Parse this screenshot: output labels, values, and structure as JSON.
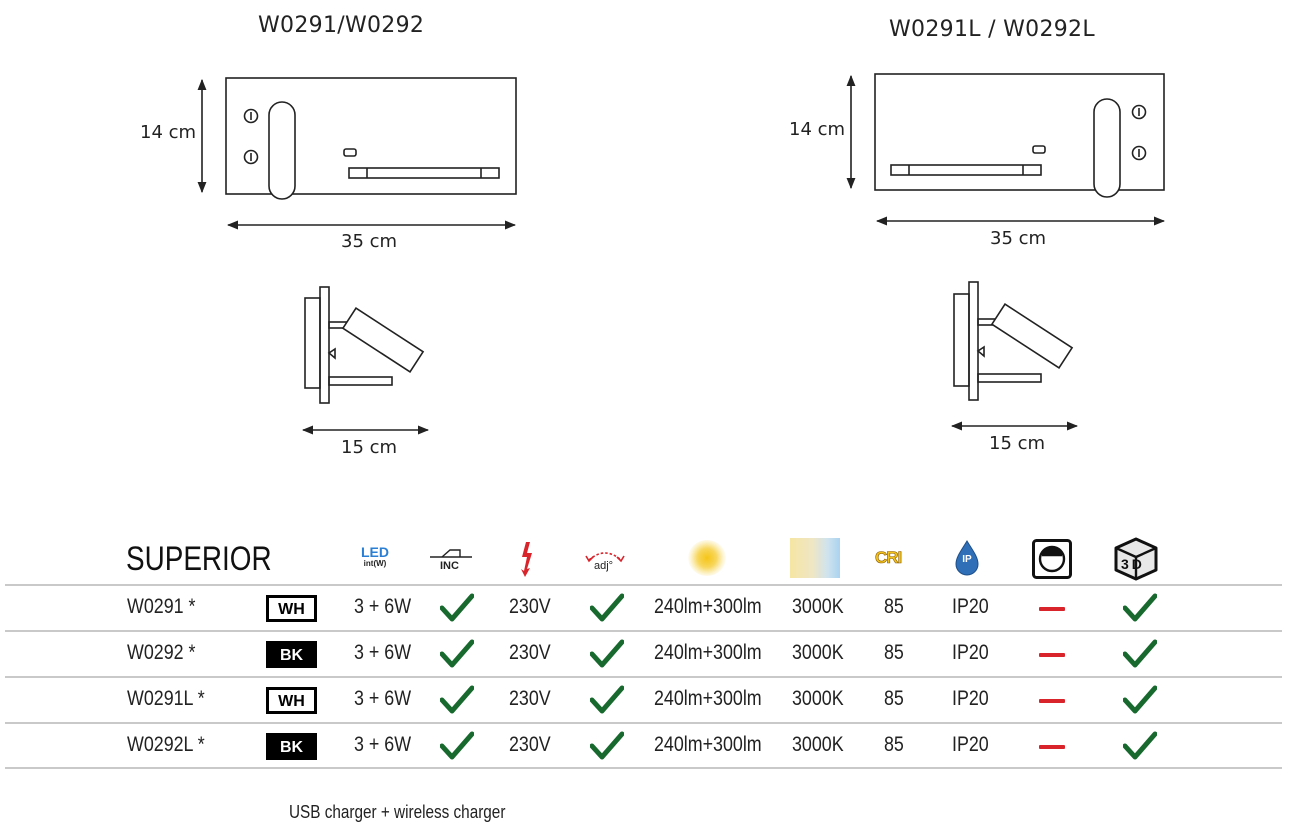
{
  "drawings": {
    "left": {
      "title": "W0291/W0292",
      "height": "14 cm",
      "width": "35 cm",
      "depth": "15 cm"
    },
    "right": {
      "title": "W0291L / W0292L",
      "height": "14 cm",
      "width": "35 cm",
      "depth": "15 cm"
    }
  },
  "table": {
    "series": "SUPERIOR",
    "header_icons": {
      "led": {
        "name": "led-icon",
        "line1": "LED",
        "line2": "int(W)"
      },
      "inc": {
        "name": "incandescent-equivalent-icon",
        "label": "INC"
      },
      "voltage": {
        "name": "voltage-icon"
      },
      "adjustable": {
        "name": "adjustable-icon",
        "label": "adj°"
      },
      "lumen": {
        "name": "luminous-flux-icon"
      },
      "color_temp": {
        "name": "color-temperature-icon"
      },
      "cri": {
        "name": "cri-icon",
        "label": "CRI"
      },
      "ip": {
        "name": "ip-rating-icon",
        "label": "IP"
      },
      "dimmable": {
        "name": "dimmable-icon"
      },
      "model3d": {
        "name": "3d-model-icon",
        "label": "3D"
      }
    },
    "rows": [
      {
        "code": "W0291 *",
        "color": "WH",
        "power": "3 + 6W",
        "inc": true,
        "voltage": "230V",
        "adjustable": true,
        "lumen": "240lm+300lm",
        "cct": "3000K",
        "cri": "85",
        "ip": "IP20",
        "dimmable": false,
        "model3d": true
      },
      {
        "code": "W0292 *",
        "color": "BK",
        "power": "3 + 6W",
        "inc": true,
        "voltage": "230V",
        "adjustable": true,
        "lumen": "240lm+300lm",
        "cct": "3000K",
        "cri": "85",
        "ip": "IP20",
        "dimmable": false,
        "model3d": true
      },
      {
        "code": "W0291L *",
        "color": "WH",
        "power": "3 + 6W",
        "inc": true,
        "voltage": "230V",
        "adjustable": true,
        "lumen": "240lm+300lm",
        "cct": "3000K",
        "cri": "85",
        "ip": "IP20",
        "dimmable": false,
        "model3d": true
      },
      {
        "code": "W0292L *",
        "color": "BK",
        "power": "3 + 6W",
        "inc": true,
        "voltage": "230V",
        "adjustable": true,
        "lumen": "240lm+300lm",
        "cct": "3000K",
        "cri": "85",
        "ip": "IP20",
        "dimmable": false,
        "model3d": true
      }
    ],
    "footnote": "USB charger + wireless charger"
  },
  "colors": {
    "check": "#17692e",
    "dash": "#d9242b",
    "led": "#2a7fd4",
    "voltage": "#d9242b",
    "sun": "#f5c518",
    "ip": "#2f6fb8"
  }
}
